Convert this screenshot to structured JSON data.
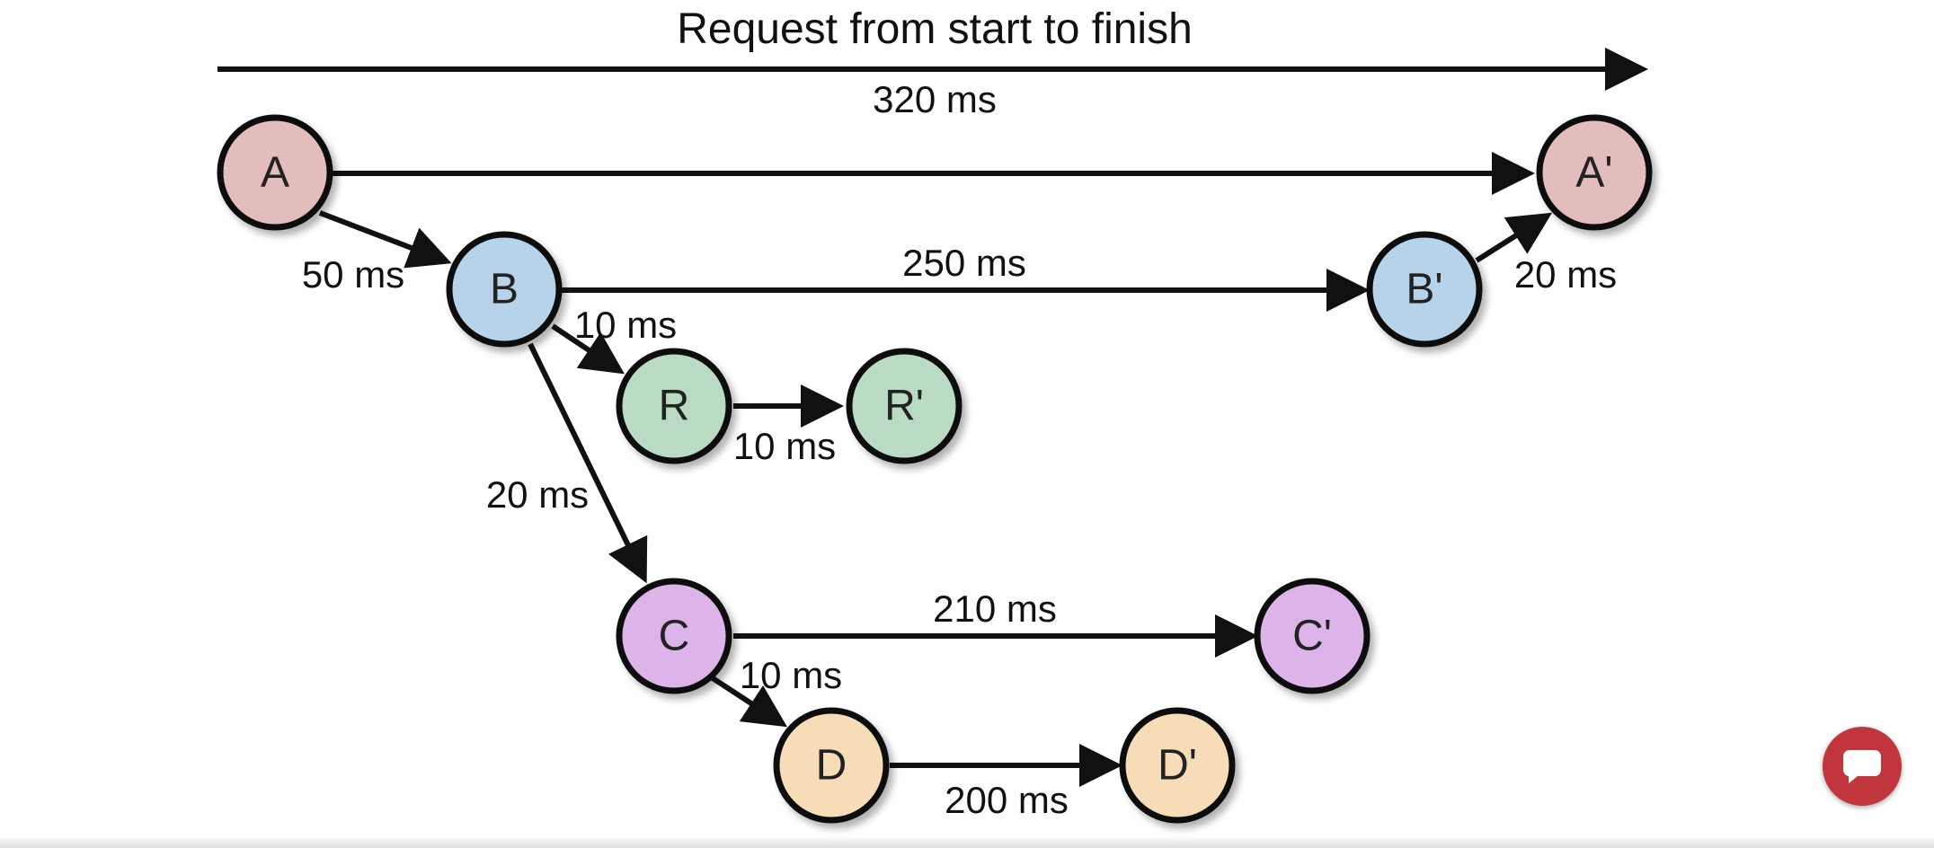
{
  "diagram": {
    "title": "Request from start to finish",
    "total_duration": "320 ms",
    "nodes": [
      {
        "id": "A",
        "label": "A",
        "color": "#e3bdbd"
      },
      {
        "id": "A2",
        "label": "A'",
        "color": "#e3bdbd"
      },
      {
        "id": "B",
        "label": "B",
        "color": "#b7d3ea"
      },
      {
        "id": "B2",
        "label": "B'",
        "color": "#b7d3ea"
      },
      {
        "id": "R",
        "label": "R",
        "color": "#b9dbc4"
      },
      {
        "id": "R2",
        "label": "R'",
        "color": "#b9dbc4"
      },
      {
        "id": "C",
        "label": "C",
        "color": "#dcb4ea"
      },
      {
        "id": "C2",
        "label": "C'",
        "color": "#dcb4ea"
      },
      {
        "id": "D",
        "label": "D",
        "color": "#f7dcb8"
      },
      {
        "id": "D2",
        "label": "D'",
        "color": "#f7dcb8"
      }
    ],
    "edges": [
      {
        "from": "A",
        "to": "A2",
        "label": ""
      },
      {
        "from": "A",
        "to": "B",
        "label": "50 ms"
      },
      {
        "from": "B",
        "to": "B2",
        "label": "250 ms"
      },
      {
        "from": "B2",
        "to": "A2",
        "label": "20 ms"
      },
      {
        "from": "B",
        "to": "R",
        "label": "10 ms"
      },
      {
        "from": "R",
        "to": "R2",
        "label": "10 ms"
      },
      {
        "from": "B",
        "to": "C",
        "label": "20 ms"
      },
      {
        "from": "C",
        "to": "C2",
        "label": "210 ms"
      },
      {
        "from": "C",
        "to": "D",
        "label": "10 ms"
      },
      {
        "from": "D",
        "to": "D2",
        "label": "200 ms"
      }
    ]
  },
  "chat_button": {
    "icon": "chat-bubble-icon",
    "color": "#c0363c"
  }
}
